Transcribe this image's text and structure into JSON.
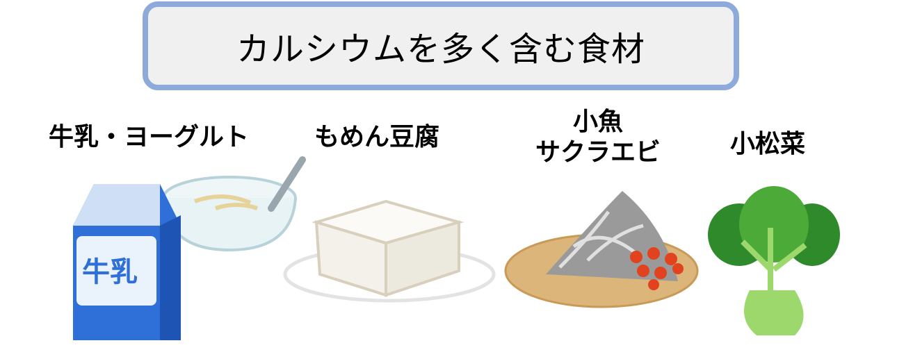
{
  "title": "カルシウムを多く含む食材",
  "foods": [
    {
      "label": "牛乳・ヨーグルト",
      "carton_text": "牛乳",
      "icon": "milk-carton-and-yogurt-bowl"
    },
    {
      "label": "もめん豆腐",
      "icon": "tofu-on-plate"
    },
    {
      "label_lines": [
        "小魚",
        "サクラエビ"
      ],
      "icon": "small-fish-and-shrimp-plate"
    },
    {
      "label": "小松菜",
      "icon": "komatsuna"
    }
  ],
  "colors": {
    "title_border": "#8eaadb",
    "title_fill": "#f0f0f0",
    "milk_blue": "#2f6fd8",
    "greens": "#3f9a2f"
  }
}
